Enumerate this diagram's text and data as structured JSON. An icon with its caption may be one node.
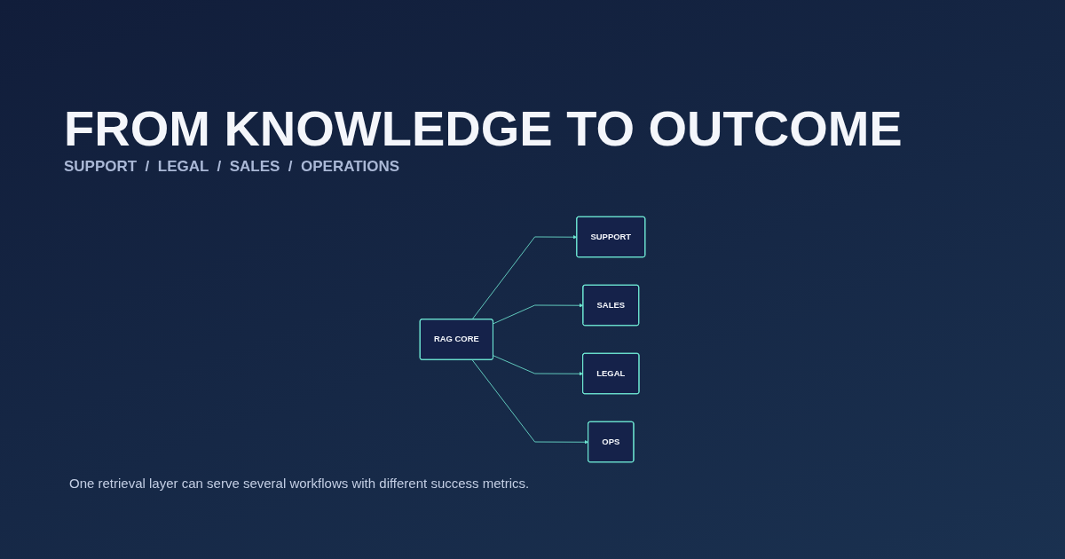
{
  "diagram": {
    "title": "FROM KNOWLEDGE TO OUTCOME",
    "caption": "One retrieval layer can serve several workflows with different success metrics.",
    "nodes": [
      {
        "text": [
          "SUPPORT"
        ]
      },
      {
        "text": [
          "SALES"
        ]
      },
      {
        "text": [
          "RAG CORE"
        ]
      },
      {
        "text": [
          "LEGAL"
        ]
      },
      {
        "text": [
          "OPS"
        ]
      }
    ],
    "edges": [
      {
        "from": 2,
        "to": 0,
        "arrow": "to"
      },
      {
        "from": 2,
        "to": 1,
        "arrow": "to"
      },
      {
        "from": 2,
        "to": 3,
        "arrow": "to"
      },
      {
        "from": 2,
        "to": 4,
        "arrow": "to"
      }
    ],
    "labels": [
      "SUPPORT  /  LEGAL  /  SALES  /  OPERATIONS"
    ]
  }
}
